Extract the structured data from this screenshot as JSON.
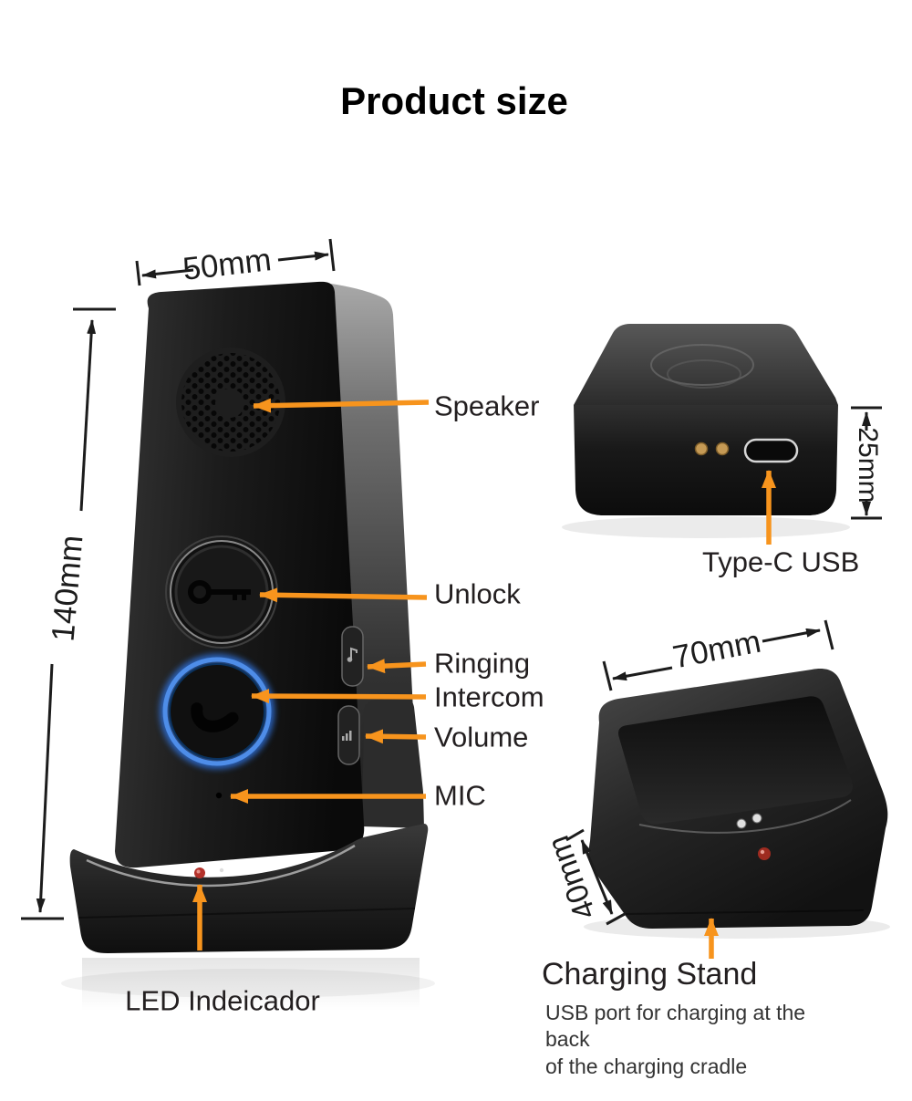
{
  "title": "Product size",
  "palette": {
    "accent_orange": "#F7941D",
    "dimension_line": "#1C1C1C",
    "label_text": "#231F20",
    "intercom_ring_blue": "#4E8DE8",
    "led_red": "#B3312A",
    "background": "#FFFFFF"
  },
  "handset_figure": {
    "width_dim": "50mm",
    "height_dim": "140mm",
    "callouts": {
      "speaker": "Speaker",
      "unlock": "Unlock",
      "ringing": "Ringing",
      "intercom": "Intercom",
      "volume": "Volume",
      "mic": "MIC",
      "led": "LED Indeicador"
    },
    "icons": {
      "unlock_button": "key-icon",
      "intercom_button": "phone-handset-icon",
      "ringing_button": "music-note-icon",
      "volume_button": "volume-bars-icon",
      "mic_hole": "mic-hole-dot",
      "led_indicator": "led-dot"
    }
  },
  "bottom_view_figure": {
    "height_dim": "25mm",
    "usb_label": "Type-C USB",
    "icons": {
      "port": "usb-c-port",
      "pins": "pogo-pins"
    }
  },
  "charging_stand_figure": {
    "width_dim": "70mm",
    "height_dim": "40mm",
    "label": "Charging Stand",
    "note_line1": "USB port for charging at the back",
    "note_line2": "of the charging cradle",
    "icons": {
      "led_indicator": "led-dot",
      "pins": "pogo-pins"
    }
  }
}
